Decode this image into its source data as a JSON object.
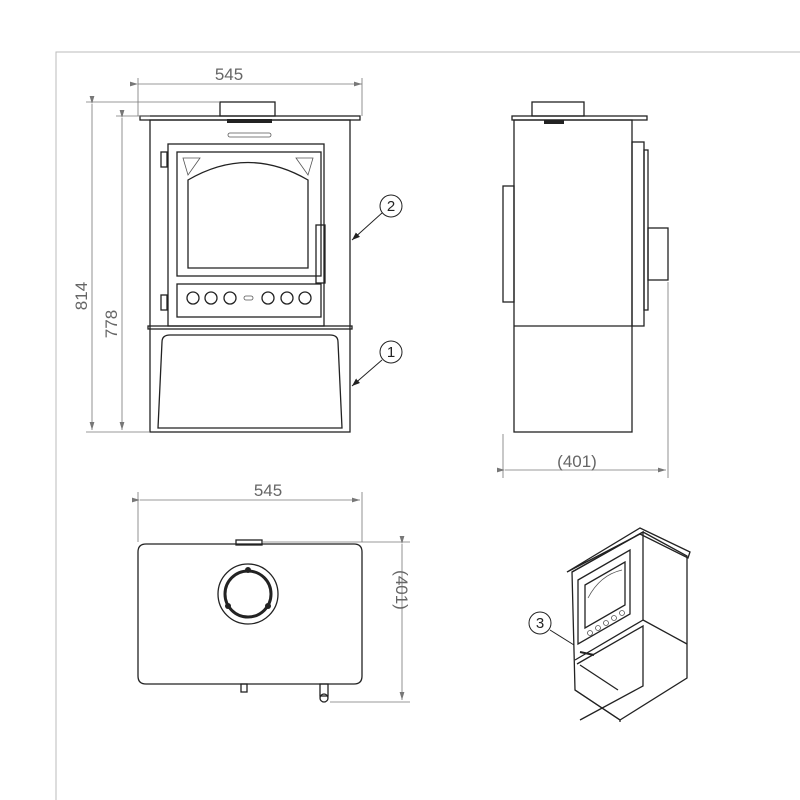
{
  "drawing": {
    "front_view": {
      "width_dim": "545",
      "overall_height_dim": "814",
      "body_height_dim": "778"
    },
    "side_view": {
      "depth_dim": "(401)"
    },
    "top_view": {
      "width_dim": "545",
      "depth_dim": "(401)"
    },
    "balloons": [
      "1",
      "2",
      "3"
    ]
  }
}
